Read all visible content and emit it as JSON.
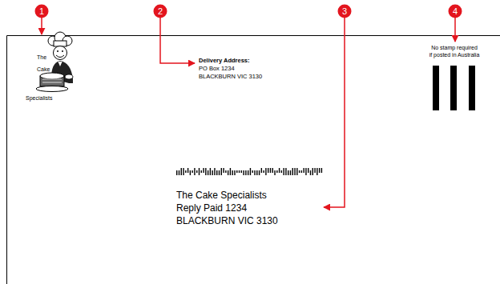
{
  "diagram": {
    "labels": [
      "1",
      "2",
      "3",
      "4",
      "The",
      "Cake",
      "Specialists",
      "Delivery Address:",
      "PO Box 1234",
      "BLACKBURN VIC 3130",
      "No stamp required",
      "if posted in Australia",
      "The Cake Specialists",
      "Reply Paid 1234",
      "BLACKBURN VIC 3130"
    ]
  }
}
